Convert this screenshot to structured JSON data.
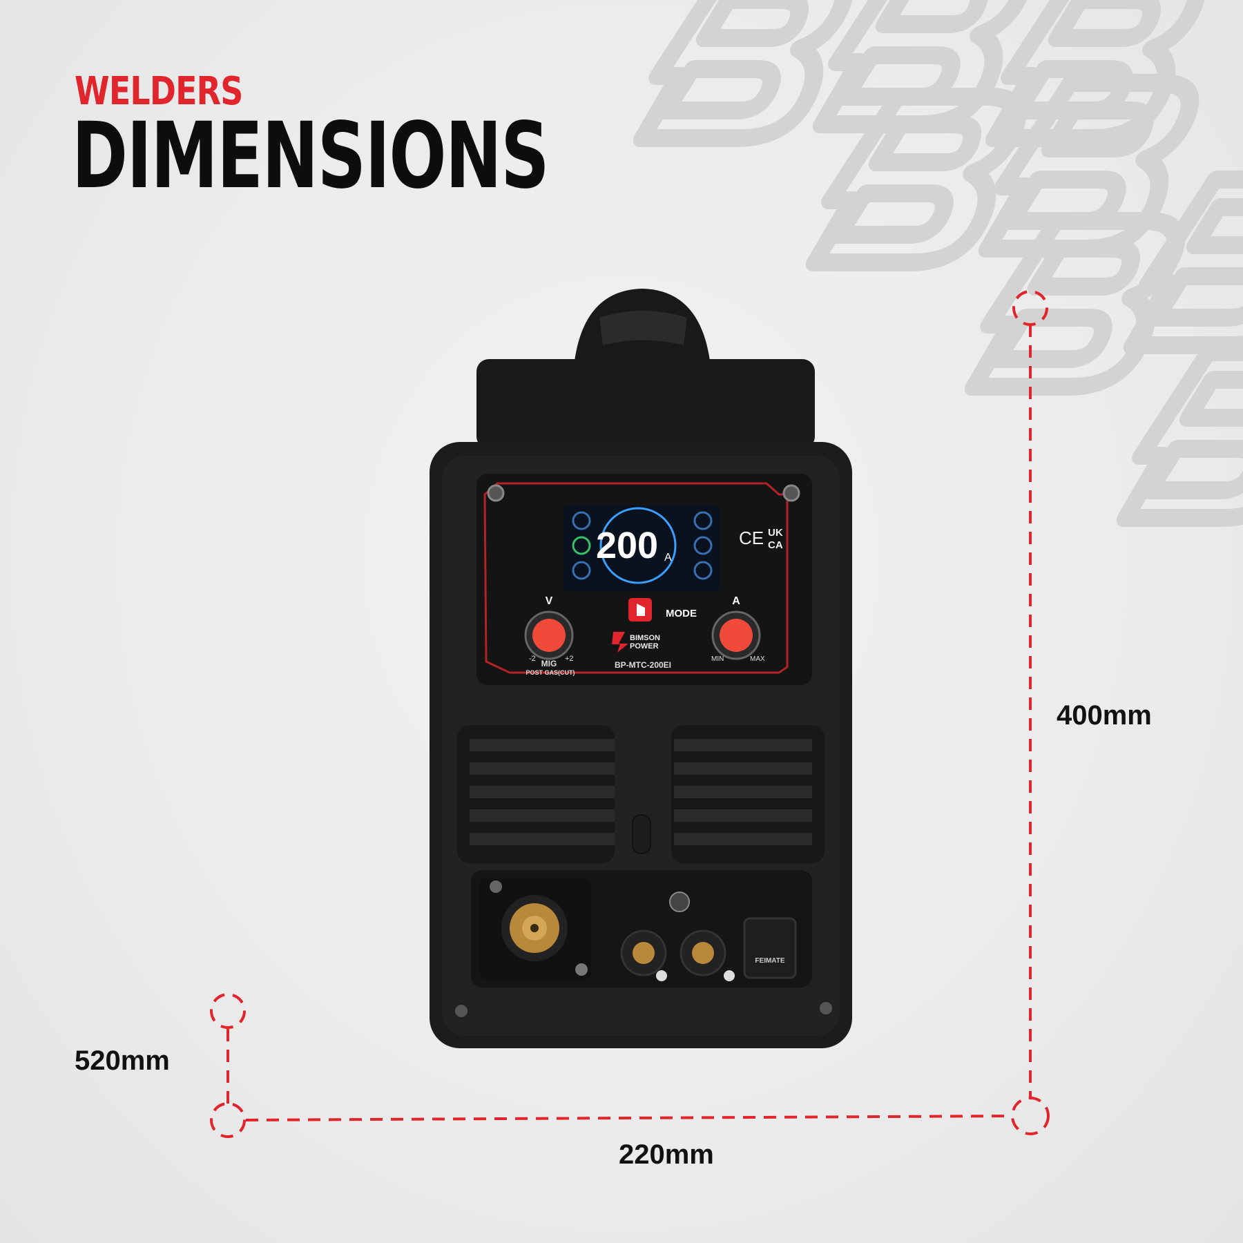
{
  "header": {
    "kicker": "WELDERS",
    "title": "DIMENSIONS"
  },
  "dimensions": {
    "height": "400mm",
    "depth": "520mm",
    "width": "220mm"
  },
  "welder": {
    "display_value": "200",
    "display_unit": "A",
    "knob_left_label": "V",
    "knob_left_min": "-2",
    "knob_left_max": "+2",
    "knob_left_caption": "MIG",
    "knob_left_subcaption": "POST GAS(CUT)",
    "mode_label": "MODE",
    "knob_right_label": "A",
    "knob_right_min": "MIN",
    "knob_right_max": "MAX",
    "brand_line1": "BIMSON",
    "brand_line2": "POWER",
    "model": "BP-MTC-200EI",
    "cert_ce": "CE",
    "cert_uk": "UK",
    "cert_ca": "CA",
    "connector_brand": "FEIMATE",
    "display_mode_icons": [
      "mma-icon",
      "tig-icon",
      "cut-icon"
    ]
  },
  "colors": {
    "accent_red": "#e0262c",
    "title_black": "#0d0d0d",
    "welder_body": "#1c1c1c",
    "knob_red": "#f04a3a",
    "watermark_gray": "#cfcfcf"
  }
}
